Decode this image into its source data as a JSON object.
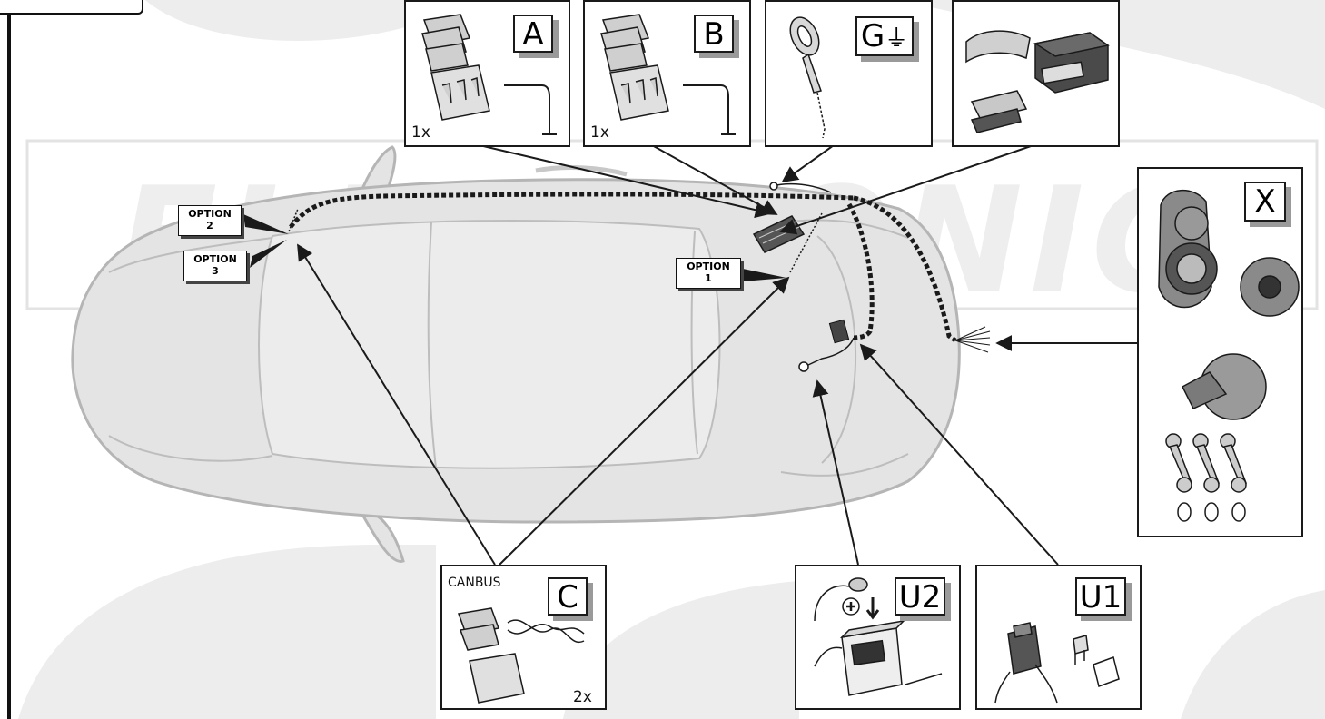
{
  "watermark": {
    "text": "ELECTRONICS"
  },
  "panels": {
    "A": {
      "letter": "A",
      "qty": "1x"
    },
    "B": {
      "letter": "B",
      "qty": "1x"
    },
    "G": {
      "letter": "G"
    },
    "X": {
      "letter": "X"
    },
    "C": {
      "letter": "C",
      "label": "CANBUS",
      "qty": "2x"
    },
    "U2": {
      "letter": "U2"
    },
    "U1": {
      "letter": "U1"
    }
  },
  "options": [
    {
      "line1": "OPTION",
      "line2": "2"
    },
    {
      "line1": "OPTION",
      "line2": "3"
    },
    {
      "line1": "OPTION",
      "line2": "1"
    }
  ],
  "colors": {
    "stroke": "#1a1a1a",
    "car_fill": "#e4e4e4",
    "shadow": "#9a9a9a",
    "swoosh": "#ededed"
  }
}
